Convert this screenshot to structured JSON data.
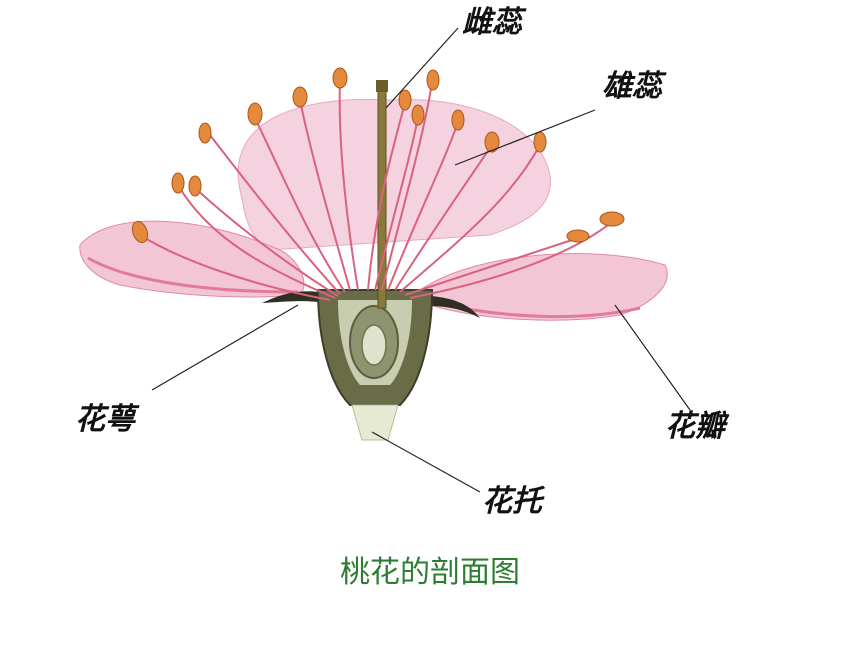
{
  "diagram": {
    "labels": {
      "pistil": "雌蕊",
      "stamen": "雄蕊",
      "sepal": "花萼",
      "petal": "花瓣",
      "receptacle": "花托"
    },
    "caption": "桃花的剖面图"
  },
  "colors": {
    "petal": "#f3c6d6",
    "petal_edge": "#e08aa8",
    "filament": "#d9627f",
    "anther": "#e58a3c",
    "pistil": "#8a7a3a",
    "receptacle": "#5d6040",
    "caption": "#2e7d32"
  }
}
